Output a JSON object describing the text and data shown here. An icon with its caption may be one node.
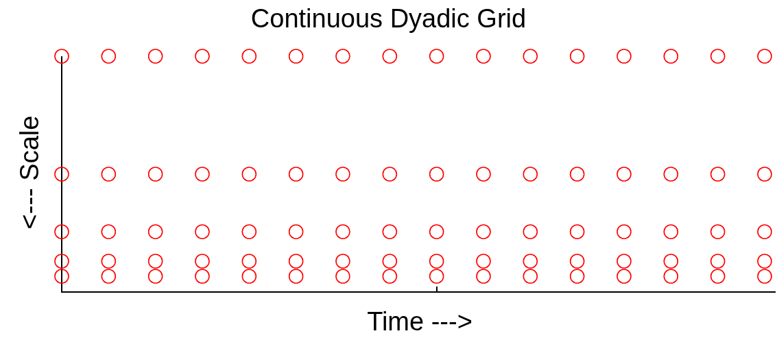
{
  "diagram": {
    "title": "Continuous Dyadic Grid",
    "labels": [
      "<--- Scale",
      "Time --->"
    ]
  }
}
